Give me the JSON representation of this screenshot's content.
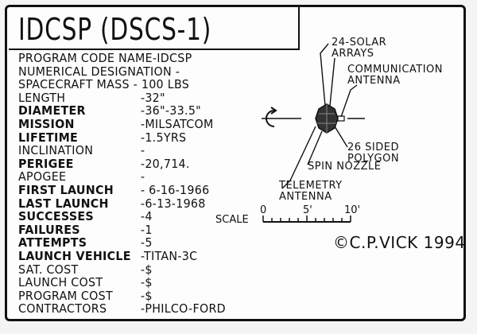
{
  "title": "IDCSP (DSCS-1)",
  "fields": [
    {
      "label": "PROGRAM CODE NAME-IDCSP",
      "value": ""
    },
    {
      "label": "NUMERICAL DESIGNATION -",
      "value": ""
    },
    {
      "label": "SPACECRAFT MASS - 100 LBS",
      "value": ""
    },
    {
      "label": "LENGTH",
      "value": "-32\""
    },
    {
      "label": "DIAMETER",
      "value": "-36\"-33.5\""
    },
    {
      "label": "MISSION",
      "value": "-MILSATCOM"
    },
    {
      "label": "LIFETIME",
      "value": "-1.5YRS"
    },
    {
      "label": "INCLINATION",
      "value": "-"
    },
    {
      "label": "PERIGEE",
      "value": "-20,714."
    },
    {
      "label": "APOGEE",
      "value": "-"
    },
    {
      "label": "FIRST LAUNCH",
      "value": "- 6-16-1966"
    },
    {
      "label": "LAST LAUNCH",
      "value": "-6-13-1968"
    },
    {
      "label": "SUCCESSES",
      "value": "-4"
    },
    {
      "label": "FAILURES",
      "value": "-1"
    },
    {
      "label": "ATTEMPTS",
      "value": "-5"
    },
    {
      "label": "LAUNCH VEHICLE",
      "value": "-TITAN-3C"
    },
    {
      "label": "SAT. COST",
      "value": "-$"
    },
    {
      "label": "LAUNCH COST",
      "value": "-$"
    },
    {
      "label": "PROGRAM COST",
      "value": "-$"
    },
    {
      "label": "CONTRACTORS",
      "value": "-PHILCO-FORD"
    }
  ],
  "callouts": {
    "solar": "24-SOLAR\nARRAYS",
    "comm": "COMMUNICATION\nANTENNA",
    "polygon": "26 SIDED\nPOLYGON",
    "spin": "SPIN NOZZLE",
    "telemetry": "TELEMETRY\nANTENNA"
  },
  "scale": {
    "label": "SCALE",
    "ticks": [
      "0",
      "5'",
      "10'"
    ]
  },
  "credit": "©C.P.VICK 1994"
}
